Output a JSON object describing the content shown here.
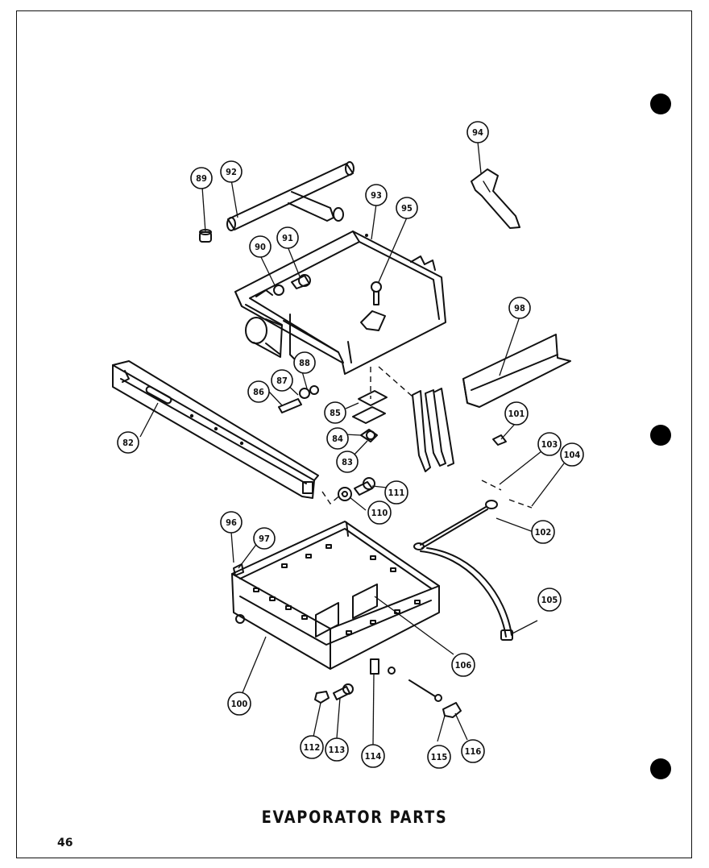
{
  "title": "EVAPORATOR PARTS",
  "page_number": "46",
  "callouts": [
    "82",
    "83",
    "84",
    "85",
    "86",
    "87",
    "88",
    "89",
    "90",
    "91",
    "92",
    "93",
    "94",
    "95",
    "96",
    "97",
    "98",
    "100",
    "101",
    "102",
    "103",
    "104",
    "105",
    "106",
    "110",
    "111",
    "112",
    "113",
    "114",
    "115",
    "116"
  ]
}
